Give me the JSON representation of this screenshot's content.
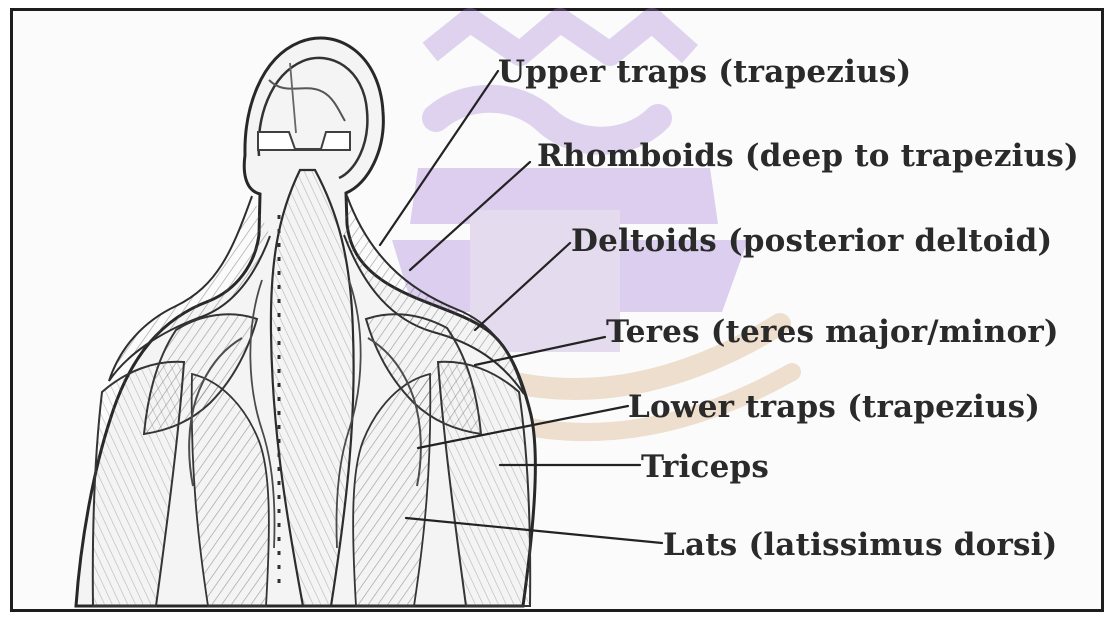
{
  "diagram": {
    "labels": {
      "upper_traps": "Upper traps (trapezius)",
      "rhomboids": "Rhomboids (deep to trapezius)",
      "deltoids": "Deltoids (posterior deltoid)",
      "teres": "Teres (teres major/minor)",
      "lower_traps": "Lower traps (trapezius)",
      "triceps": "Triceps",
      "lats": "Lats (latissimus dorsi)"
    }
  },
  "colors": {
    "ink": "#2a2a2a",
    "watermark": "#b79ad9",
    "watermark_accent": "#d8b58b"
  },
  "icons": {
    "anatomy_illustration": "human-back-muscles-sketch",
    "watermark": "university-seal-watermark"
  }
}
